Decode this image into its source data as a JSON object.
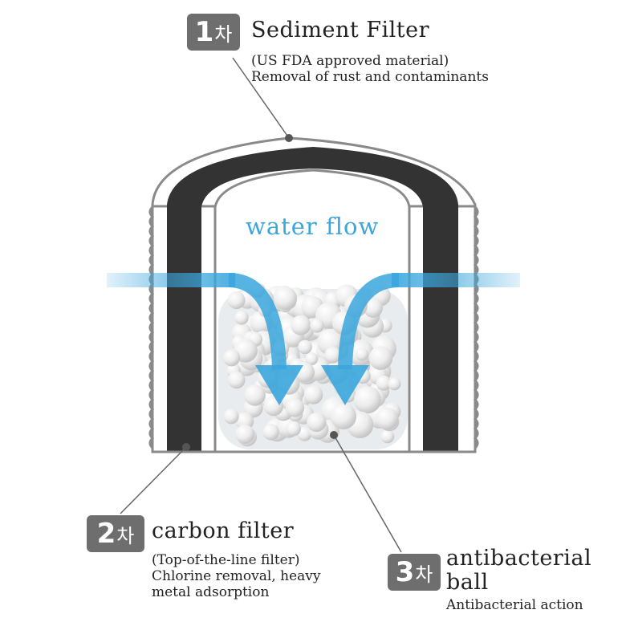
{
  "stages": [
    {
      "badge_number": "1",
      "badge_suffix": "차",
      "title": "Sediment Filter",
      "lines": [
        "(US FDA approved material)",
        "Removal of rust and contaminants"
      ]
    },
    {
      "badge_number": "2",
      "badge_suffix": "차",
      "title": "carbon filter",
      "lines": [
        "(Top-of-the-line filter)",
        "Chlorine removal, heavy",
        "metal adsorption"
      ]
    },
    {
      "badge_number": "3",
      "badge_suffix": "차",
      "title_lines": [
        "antibacterial",
        "ball"
      ],
      "lines": [
        "Antibacterial action"
      ]
    }
  ],
  "flow_label": "water flow",
  "colors": {
    "badge": "#6e6e6e",
    "carbon": "#333333",
    "shell": "#8a8a8a",
    "water": "#3aa6dd"
  }
}
